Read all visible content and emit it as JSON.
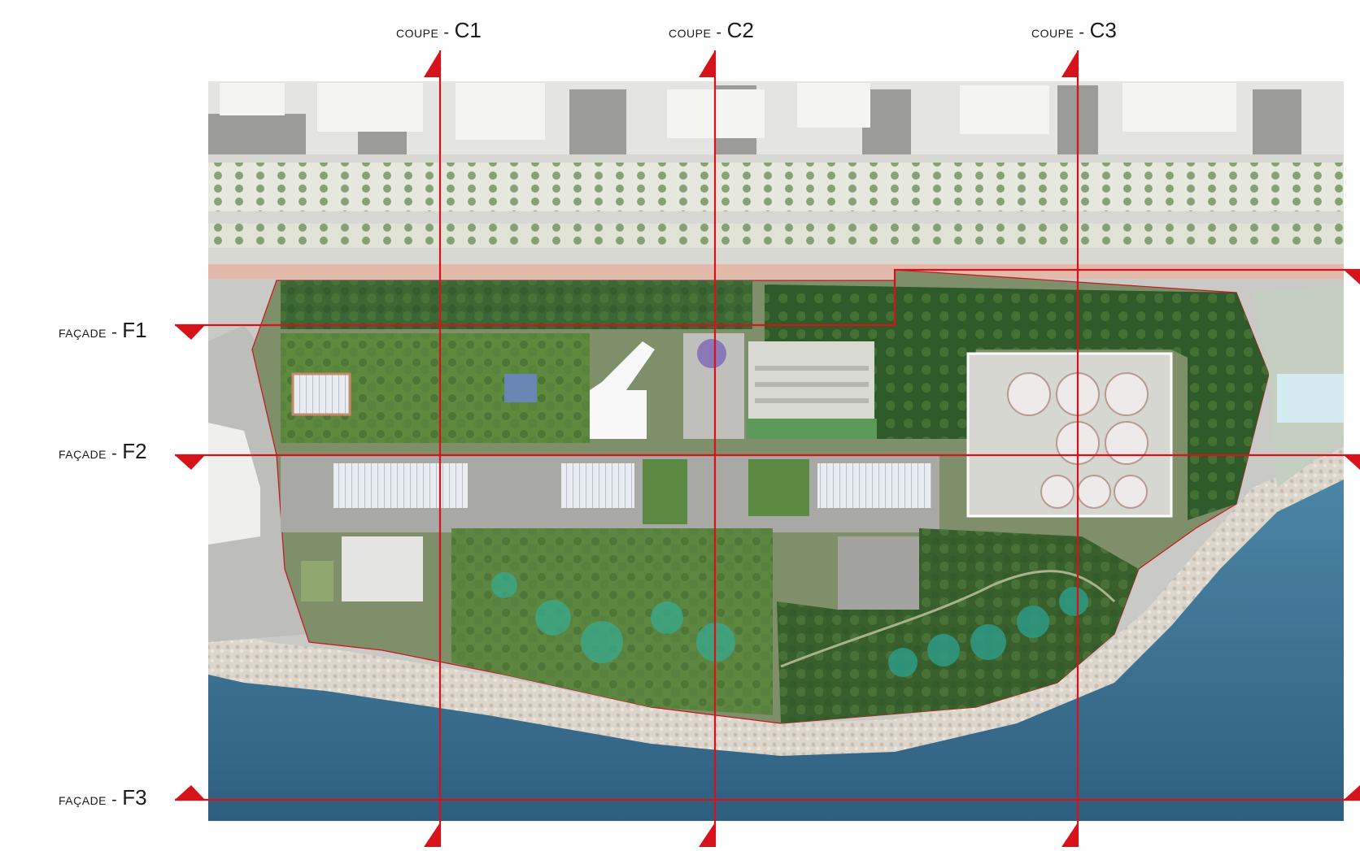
{
  "sections": [
    {
      "id": "c1",
      "prefix": "COUPE",
      "sep": " - ",
      "code": "C1"
    },
    {
      "id": "c2",
      "prefix": "COUPE",
      "sep": " - ",
      "code": "C2"
    },
    {
      "id": "c3",
      "prefix": "COUPE",
      "sep": " - ",
      "code": "C3"
    }
  ],
  "facades": [
    {
      "id": "f1",
      "prefix": "FAÇADE",
      "sep": " - ",
      "code": "F1"
    },
    {
      "id": "f2",
      "prefix": "FAÇADE",
      "sep": " - ",
      "code": "F2"
    },
    {
      "id": "f3",
      "prefix": "FAÇADE",
      "sep": " - ",
      "code": "F3"
    }
  ],
  "colors": {
    "cut_line": "#d6131a",
    "sea": "#3d6f8f",
    "park": "#3f6b34",
    "garden": "#5f8a3e",
    "street": "#cfcfcb",
    "building": "#f2f2f2",
    "shore": "#d8d2c8"
  }
}
